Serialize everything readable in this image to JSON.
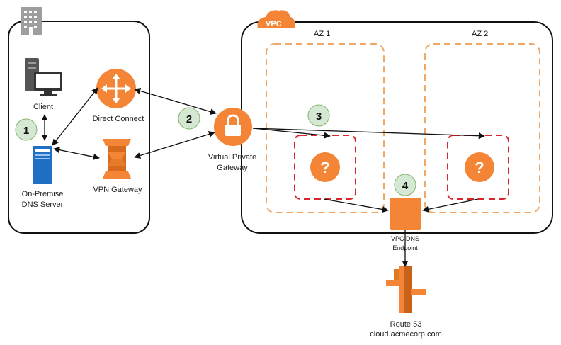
{
  "on_premise": {
    "client_label": "Client",
    "dns_server_label_line1": "On-Premise",
    "dns_server_label_line2": "DNS Server",
    "direct_connect_label": "Direct Connect",
    "vpn_gateway_label": "VPN Gateway",
    "building_icon": "office-building-icon"
  },
  "vpc": {
    "badge_label": "VPC",
    "az1_label": "AZ 1",
    "az2_label": "AZ 2",
    "vpg_label_line1": "Virtual Private",
    "vpg_label_line2": "Gateway",
    "unknown_symbol": "?",
    "dns_endpoint_label_line1": "VPC DNS",
    "dns_endpoint_label_line2": "Endpoint"
  },
  "route53": {
    "label": "Route 53",
    "domain": "cloud.acmecorp.com"
  },
  "steps": [
    "1",
    "2",
    "3",
    "4"
  ],
  "colors": {
    "aws_orange": "#f58536",
    "az_border": "#f0a868",
    "red_dash": "#d9262c",
    "step_fill": "#d5e8d4",
    "step_stroke": "#82b366",
    "server_blue": "#1f6fc5",
    "route53_orange": "#e07a1f"
  }
}
